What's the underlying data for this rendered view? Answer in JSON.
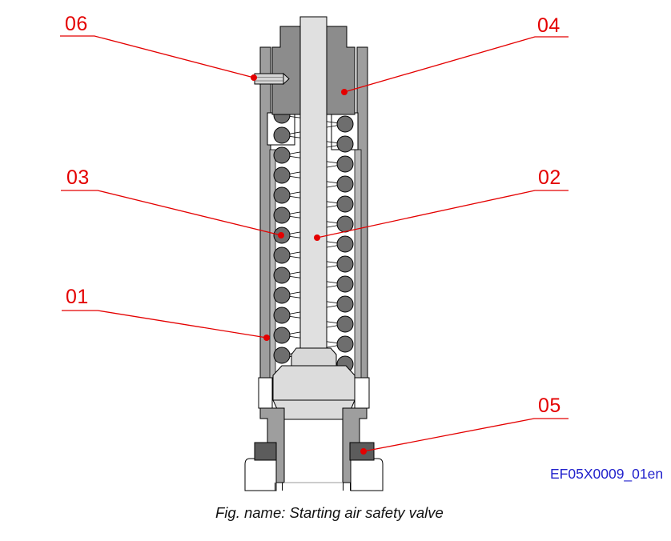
{
  "figure": {
    "caption": "Fig. name: Starting air safety valve",
    "reference_code": "EF05X0009_01en"
  },
  "callouts": [
    {
      "number": "01"
    },
    {
      "number": "02"
    },
    {
      "number": "03"
    },
    {
      "number": "04"
    },
    {
      "number": "05"
    },
    {
      "number": "06"
    }
  ],
  "colors": {
    "callout_red": "#e40000",
    "reference_blue": "#2222cc",
    "cap_gray": "#8c8c8c",
    "wall_gray": "#9e9e9e",
    "liner_gray": "#b8b8b8",
    "spring_gray": "#6e6e6e",
    "stem_light_gray": "#e0e0e0",
    "nut_dark_gray": "#5c5c5c",
    "background": "#ffffff"
  }
}
